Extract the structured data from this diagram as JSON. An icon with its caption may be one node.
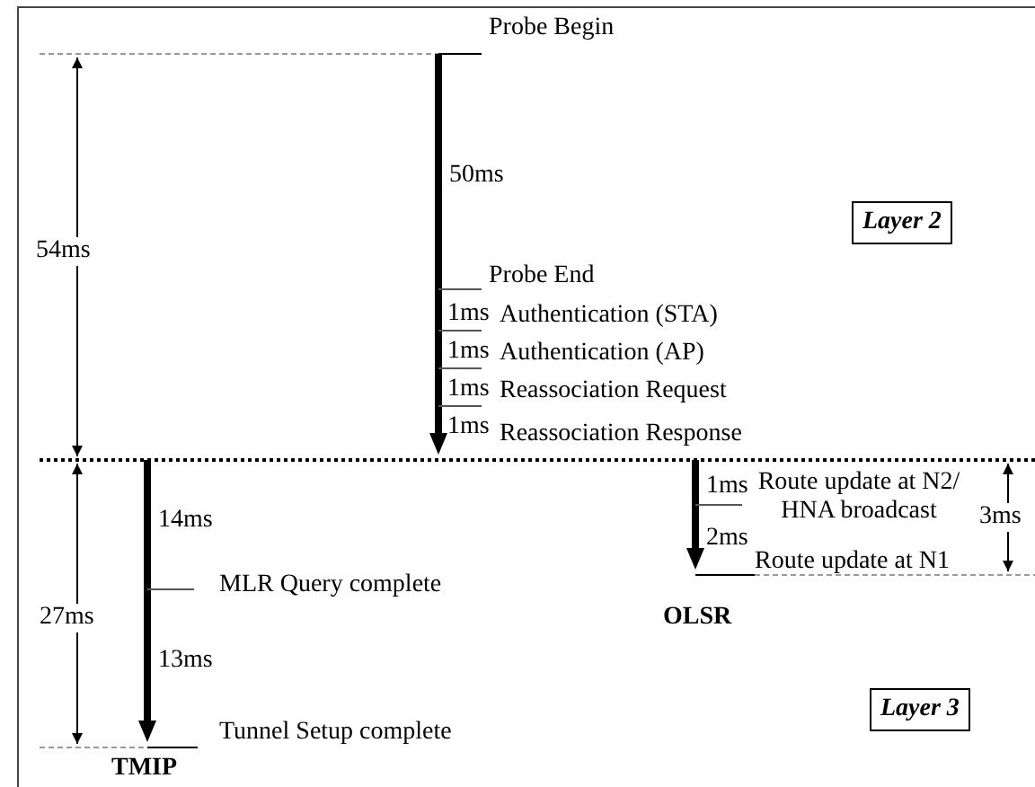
{
  "diagram": {
    "nodes": [
      {
        "text": [
          "Layer 2"
        ]
      },
      {
        "text": [
          "Layer 3"
        ]
      }
    ],
    "labels": [
      "Probe Begin",
      "50ms",
      "54ms",
      "Probe End",
      "1ms",
      "Authentication (STA)",
      "1ms",
      "Authentication (AP)",
      "1ms",
      "Reassociation Request",
      "1ms",
      "Reassociation Response",
      "1ms",
      "Route update at N2/ HNA broadcast",
      "3ms",
      "14ms",
      "2ms",
      "Route update at N1",
      "MLR Query complete",
      "27ms",
      "OLSR",
      "13ms",
      "Tunnel Setup complete",
      "TMIP"
    ]
  }
}
